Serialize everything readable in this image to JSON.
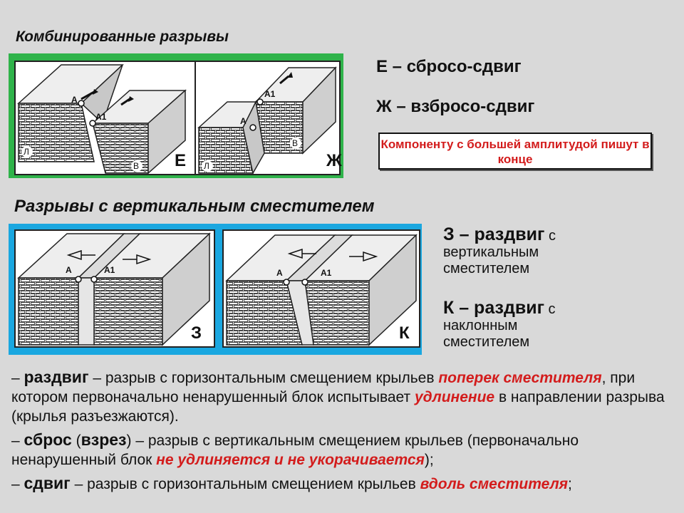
{
  "titles": {
    "combined": "Комбинированные разрывы",
    "vertical": "Разрывы с вертикальным сместителем"
  },
  "figures": {
    "e": {
      "letter": "Е",
      "pointA": "А",
      "pointA1": "А1",
      "left_block": "Л",
      "right_block": "В"
    },
    "zh": {
      "letter": "Ж",
      "pointA": "А",
      "pointA1": "А1",
      "left_block": "Л",
      "right_block": "В"
    },
    "z": {
      "letter": "З",
      "pointA": "А",
      "pointA1": "А1"
    },
    "k": {
      "letter": "К",
      "pointA": "А",
      "pointA1": "А1"
    }
  },
  "labels": {
    "e": "Е – сбросо-сдвиг",
    "zh": "Ж – взбросо-сдвиг",
    "note": "Компоненту с большей амплитудой пишут в конце",
    "z_head": "З – раздвиг",
    "z_rest": " с вертикальным сместителем",
    "k_head": "К – раздвиг",
    "k_rest": " с наклонным сместителем"
  },
  "definitions": {
    "d1": {
      "dash": "– ",
      "term": "раздвиг",
      "t1": " – разрыв с горизонтальным смещением крыльев ",
      "r1": "поперек сместителя",
      "t2": ", при котором первоначально ненарушенный блок испытывает ",
      "r2": "удлинение",
      "t3": " в направлении разрыва (крылья разъезжаются)."
    },
    "d2": {
      "dash": "– ",
      "term": "сброс",
      "t1": " (",
      "term2": "взрез",
      "t2": ") – разрыв с вертикальным смещением крыльев (первоначально ненарушенный блок ",
      "r1": "не удлиняется и не укорачивается",
      "t3": ");"
    },
    "d3": {
      "dash": "– ",
      "term": "сдвиг",
      "t1": " – разрыв с горизонтальным смещением крыльев ",
      "r1": "вдоль сместителя",
      "t2": ";"
    }
  },
  "colors": {
    "green": "#2fb34a",
    "blue": "#1aa7e0",
    "red": "#d31c1c"
  }
}
